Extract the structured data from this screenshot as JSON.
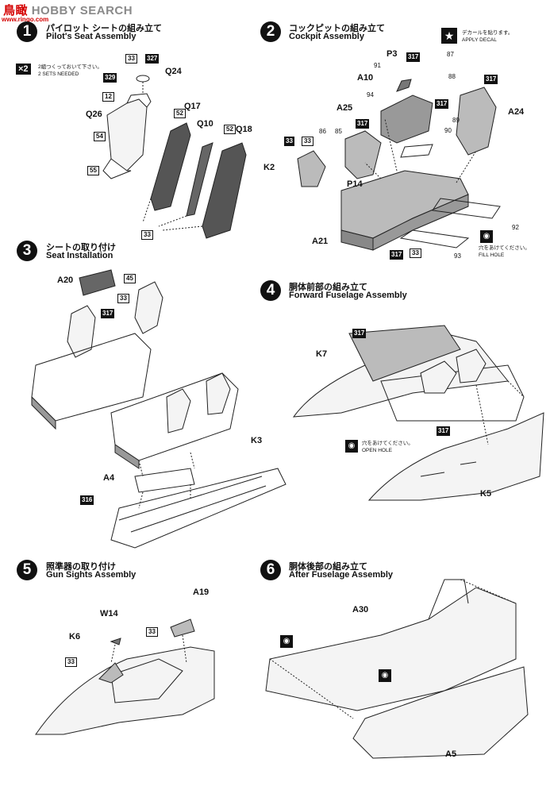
{
  "watermark": {
    "part1": "鳥瞰",
    "part2": "HOBBY SEARCH",
    "small": "www.ringo.com"
  },
  "steps": [
    {
      "num": "1",
      "jp": "パイロット シートの組み立て",
      "en": "Pilot's Seat Assembly"
    },
    {
      "num": "2",
      "jp": "コックピットの組み立て",
      "en": "Cockpit Assembly"
    },
    {
      "num": "3",
      "jp": "シートの取り付け",
      "en": "Seat Installation"
    },
    {
      "num": "4",
      "jp": "胴体前部の組み立て",
      "en": "Forward Fuselage Assembly"
    },
    {
      "num": "5",
      "jp": "照準器の取り付け",
      "en": "Gun Sights Assembly"
    },
    {
      "num": "6",
      "jp": "胴体後部の組み立て",
      "en": "After Fuselage Assembly"
    }
  ],
  "step1": {
    "times": "×2",
    "times_jp": "2組つくっておいて下さい。",
    "times_en": "2 SETS NEEDED",
    "parts": [
      "Q24",
      "Q17",
      "Q26",
      "Q10",
      "Q18"
    ],
    "colors": [
      "33",
      "327",
      "329",
      "12",
      "52",
      "54",
      "55",
      "52",
      "33"
    ]
  },
  "step2": {
    "decal_jp": "デカールを貼ります。",
    "decal_en": "APPLY DECAL",
    "hole_jp": "穴をあけてください。",
    "hole_en": "FILL HOLE",
    "parts": [
      "P3",
      "A10",
      "A25",
      "A24",
      "K2",
      "P14",
      "A21"
    ],
    "numbers": [
      "87",
      "91",
      "88",
      "94",
      "89",
      "90",
      "86",
      "85",
      "92",
      "93"
    ],
    "colors": [
      "317",
      "317",
      "317",
      "317",
      "33",
      "317",
      "33"
    ]
  },
  "step3": {
    "parts": [
      "A20",
      "A4",
      "K3"
    ],
    "colors": [
      "45",
      "33",
      "317",
      "316"
    ]
  },
  "step4": {
    "parts": [
      "K7",
      "K5"
    ],
    "hole_jp": "穴をあけてください。",
    "hole_en": "OPEN HOLE",
    "colors": [
      "317",
      "317"
    ]
  },
  "step5": {
    "parts": [
      "A19",
      "W14",
      "K6"
    ],
    "colors": [
      "33",
      "33"
    ]
  },
  "step6": {
    "parts": [
      "A30",
      "A5"
    ]
  }
}
